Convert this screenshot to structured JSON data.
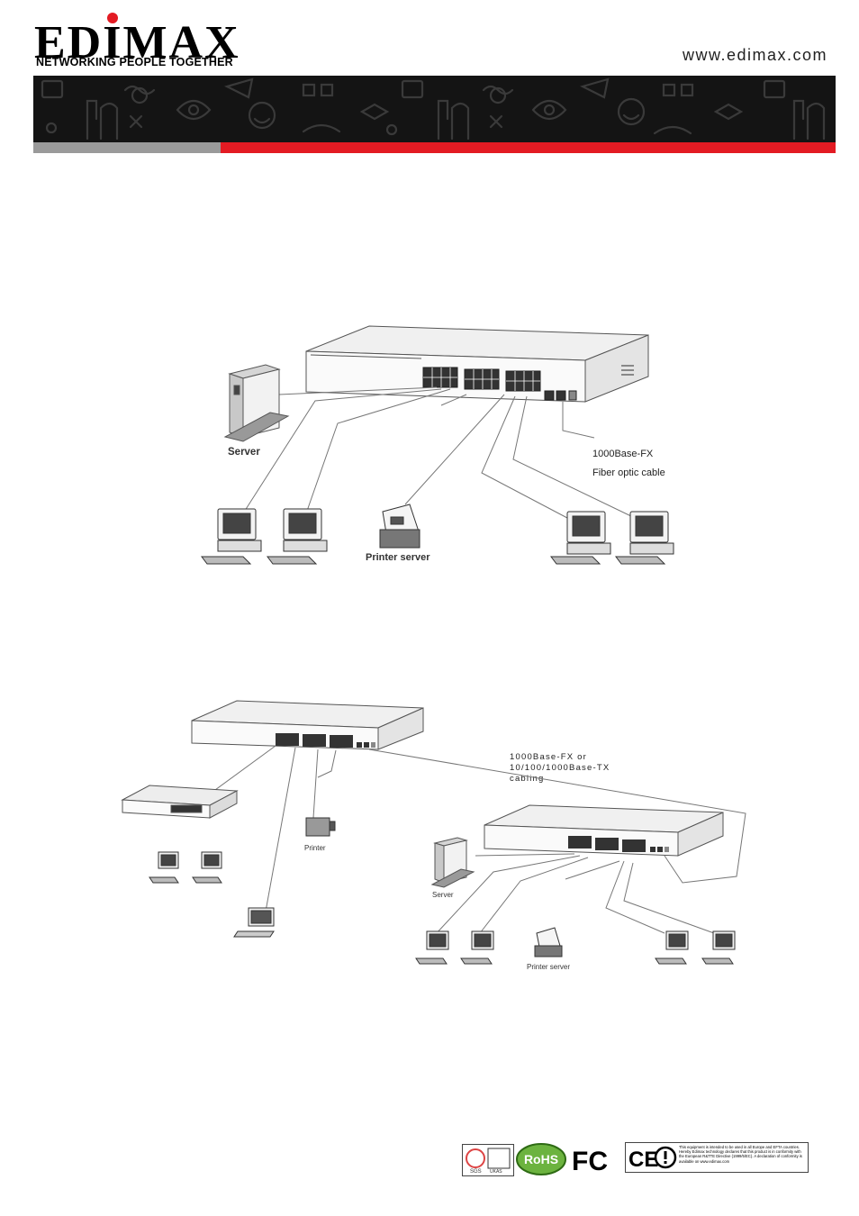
{
  "header": {
    "logo": "EDIMAX",
    "tagline": "NETWORKING PEOPLE TOGETHER",
    "website": "www.edimax.com"
  },
  "diagram1": {
    "labels": {
      "server": "Server",
      "fiber_title": "1000Base-FX",
      "fiber_sub": "Fiber optic cable",
      "printer_server": "Printer server"
    }
  },
  "diagram2": {
    "labels": {
      "cabling_line1": "1000Base-FX or",
      "cabling_line2": "10/100/1000Base-TX",
      "cabling_line3": "cabling",
      "printer": "Printer",
      "server": "Server",
      "printer_server": "Printer server"
    }
  },
  "footer": {
    "certs": {
      "rohs": "RoHS",
      "fc": "FC",
      "ce": "CE",
      "ce_note": "This equipment is intended to be used in all Europe and EFTA countries. Hereby Edimax technology declares that this product is in conformity with the European R&TTE Directive (1999/5/EC). A declaration of conformity is available on www.edimax.com",
      "sgs": "SGS",
      "ukas": "UKAS"
    }
  },
  "colors": {
    "brand_red": "#e31b23",
    "banner_dark": "#141414",
    "bar_gray": "#9a9a9a"
  }
}
